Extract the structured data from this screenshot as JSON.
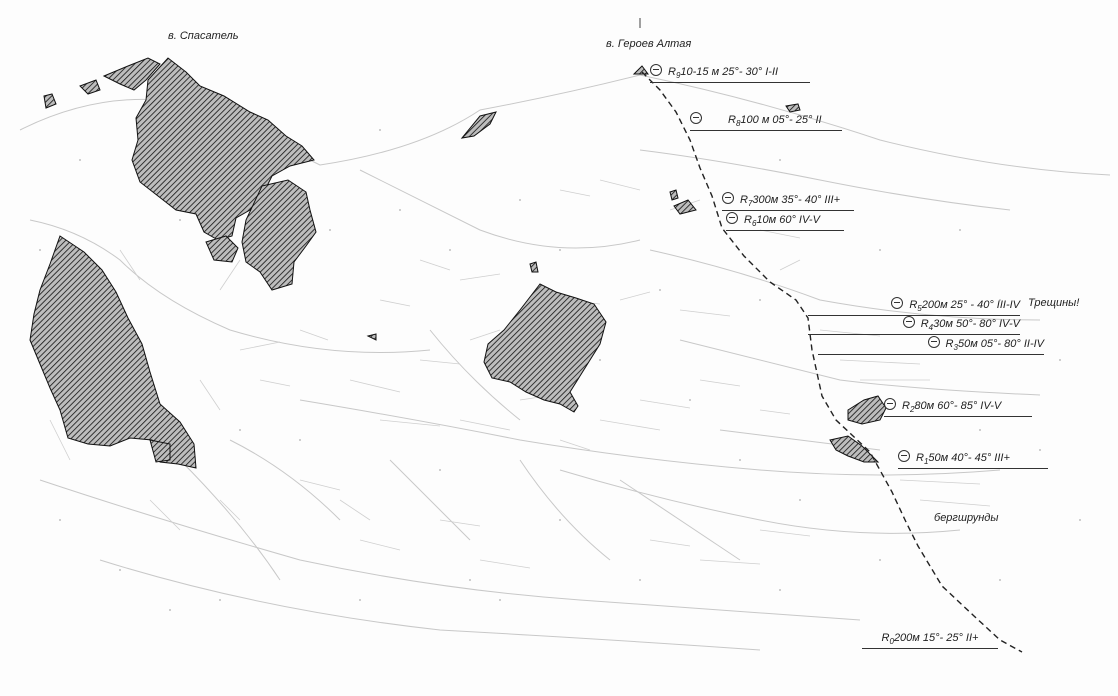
{
  "peaks": {
    "spasatel": "в. Спасатель",
    "geroev_altaya": "в. Героев Алтая"
  },
  "annotations": {
    "crevasses": "Трещины!",
    "bergschrund": "бергшрунды"
  },
  "route_segments": [
    {
      "id": "r9",
      "prefix": "R",
      "sub": "9",
      "text": "10-15 м 25°- 30° I-II",
      "sym": true
    },
    {
      "id": "r8",
      "prefix": "R",
      "sub": "8",
      "text": "100 м 05°- 25° II",
      "sym": true
    },
    {
      "id": "r7",
      "prefix": "R",
      "sub": "7",
      "text": "300м 35°- 40° III+",
      "sym": true
    },
    {
      "id": "r6",
      "prefix": "R",
      "sub": "6",
      "text": "10м 60°  IV-V",
      "sym": true
    },
    {
      "id": "r5",
      "prefix": "R",
      "sub": "5",
      "text": "200м 25° - 40°  III-IV",
      "sym": true
    },
    {
      "id": "r4",
      "prefix": "R",
      "sub": "4",
      "text": "30м 50°- 80° IV-V",
      "sym": true
    },
    {
      "id": "r3",
      "prefix": "R",
      "sub": "3",
      "text": "50м 05°- 80° II-IV",
      "sym": true
    },
    {
      "id": "r2",
      "prefix": "R",
      "sub": "2",
      "text": "80м 60°- 85° IV-V",
      "sym": true
    },
    {
      "id": "r1",
      "prefix": "R",
      "sub": "1",
      "text": "50м 40°- 45° III+",
      "sym": true
    },
    {
      "id": "r0",
      "prefix": "R",
      "sub": "0",
      "text": "200м 15°- 25° II+",
      "sym": false
    }
  ],
  "colors": {
    "rock_fill": "#9a9a9a",
    "hatch": "#111111",
    "snow_lines": "#c4c4c4",
    "route_line": "#222222"
  }
}
